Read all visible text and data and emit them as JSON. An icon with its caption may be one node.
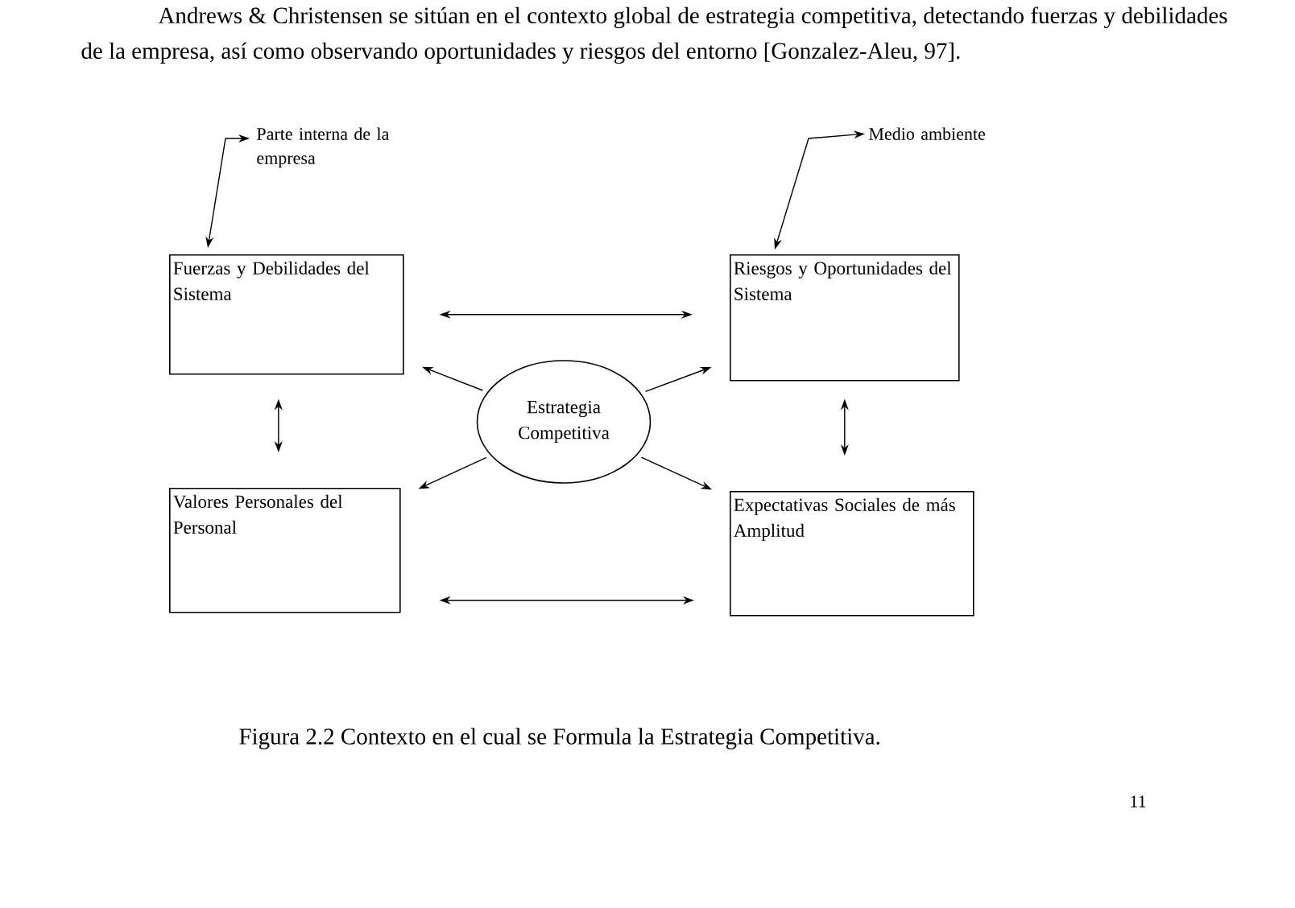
{
  "diagram": {
    "caption": "Figura 2.2 Contexto en el cual se Formula la Estrategia Competitiva.",
    "nodes": [
      {
        "text": [
          "Parte interna de la empresa"
        ]
      },
      {
        "text": [
          "Medio ambiente"
        ]
      },
      {
        "text": [
          "Fuerzas y Debilidades del Sistema"
        ]
      },
      {
        "text": [
          "Riesgos y Oportunidades del Sistema"
        ]
      },
      {
        "text": [
          "Estrategia Competitiva"
        ]
      },
      {
        "text": [
          "Valores Personales del Personal"
        ]
      },
      {
        "text": [
          "Expectativas Sociales de más Amplitud"
        ]
      }
    ],
    "edges": [
      {
        "from": 0,
        "to": 2,
        "arrow": "both"
      },
      {
        "from": 1,
        "to": 3,
        "arrow": "both"
      },
      {
        "from": 2,
        "to": 3,
        "arrow": "both"
      },
      {
        "from": 4,
        "to": 2,
        "arrow": "to"
      },
      {
        "from": 4,
        "to": 3,
        "arrow": "to"
      },
      {
        "from": 2,
        "to": 5,
        "arrow": "both"
      },
      {
        "from": 3,
        "to": 6,
        "arrow": "both"
      },
      {
        "from": 4,
        "to": 5,
        "arrow": "to"
      },
      {
        "from": 4,
        "to": 6,
        "arrow": "to"
      },
      {
        "from": 5,
        "to": 6,
        "arrow": "both"
      }
    ],
    "labels": [
      "Andrews & Christensen se sitúan en el contexto global de estrategia competitiva, detectando fuerzas y debilidades de la empresa, así como observando oportunidades y riesgos del entorno [Gonzalez-Aleu, 97].",
      "11"
    ]
  }
}
